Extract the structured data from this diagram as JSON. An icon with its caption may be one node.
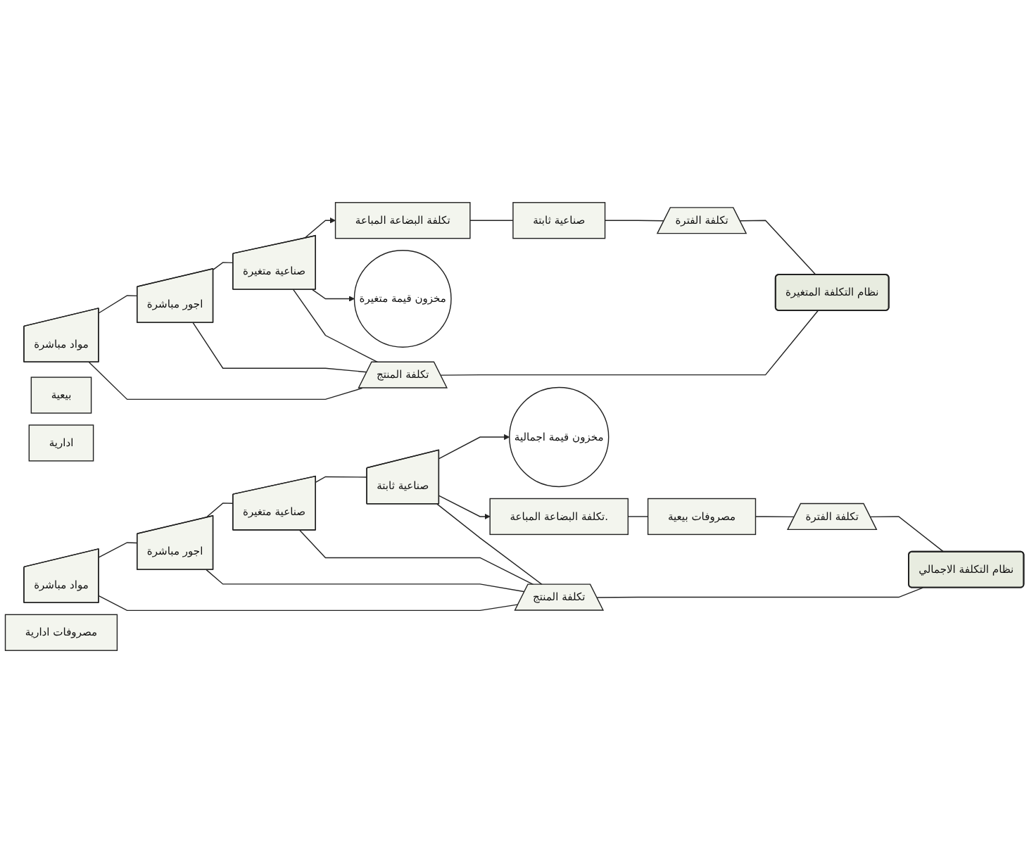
{
  "diagram": {
    "nodes": [
      {
        "text": [
          "مواد مباشرة"
        ]
      },
      {
        "text": [
          "اجور مباشرة"
        ]
      },
      {
        "text": [
          "صناعية متغيرة"
        ]
      },
      {
        "text": [
          "تكلفة المنتج"
        ]
      },
      {
        "text": [
          "مخزون قيمة متغيرة"
        ]
      },
      {
        "text": [
          "تكلفة البضاعة المباعة"
        ]
      },
      {
        "text": [
          "صناعية ثابتة"
        ]
      },
      {
        "text": [
          "بيعية"
        ]
      },
      {
        "text": [
          "ادارية"
        ]
      },
      {
        "text": [
          "تكلفة الفترة"
        ]
      },
      {
        "text": [
          "نظام التكلفة المتغيرة"
        ]
      },
      {
        "text": [
          "نظام التكلفة الاجمالي"
        ]
      },
      {
        "text": [
          "تكلفة المنتج"
        ]
      },
      {
        "text": [
          "مواد مباشرة"
        ]
      },
      {
        "text": [
          "اجور مباشرة"
        ]
      },
      {
        "text": [
          "صناعية متغيرة"
        ]
      },
      {
        "text": [
          "صناعية ثابتة"
        ]
      },
      {
        "text": [
          "مخزون قيمة اجمالية"
        ]
      },
      {
        "text": [
          "تكلفة البضاعة المباعة."
        ]
      },
      {
        "text": [
          "مصروفات بيعية"
        ]
      },
      {
        "text": [
          "مصروفات ادارية"
        ]
      },
      {
        "text": [
          "تكلفة الفترة"
        ]
      }
    ],
    "edges": [
      {
        "from": 0,
        "to": 1,
        "arrow": "none"
      },
      {
        "from": 1,
        "to": 2,
        "arrow": "none"
      },
      {
        "from": 0,
        "to": 3,
        "arrow": "none"
      },
      {
        "from": 1,
        "to": 3,
        "arrow": "none"
      },
      {
        "from": 2,
        "to": 3,
        "arrow": "none"
      },
      {
        "from": 2,
        "to": 4,
        "arrow": "to"
      },
      {
        "from": 2,
        "to": 5,
        "arrow": "to"
      },
      {
        "from": 5,
        "to": 6,
        "arrow": "none"
      },
      {
        "from": 6,
        "to": 9,
        "arrow": "none"
      },
      {
        "from": 3,
        "to": 10,
        "arrow": "none"
      },
      {
        "from": 9,
        "to": 10,
        "arrow": "none"
      },
      {
        "from": 12,
        "to": 11,
        "arrow": "none"
      },
      {
        "from": 21,
        "to": 11,
        "arrow": "none"
      },
      {
        "from": 13,
        "to": 14,
        "arrow": "none"
      },
      {
        "from": 14,
        "to": 15,
        "arrow": "none"
      },
      {
        "from": 15,
        "to": 16,
        "arrow": "none"
      },
      {
        "from": 13,
        "to": 12,
        "arrow": "none"
      },
      {
        "from": 14,
        "to": 12,
        "arrow": "none"
      },
      {
        "from": 15,
        "to": 12,
        "arrow": "none"
      },
      {
        "from": 16,
        "to": 12,
        "arrow": "none"
      },
      {
        "from": 16,
        "to": 17,
        "arrow": "to"
      },
      {
        "from": 16,
        "to": 18,
        "arrow": "to"
      },
      {
        "from": 18,
        "to": 19,
        "arrow": "none"
      },
      {
        "from": 19,
        "to": 21,
        "arrow": "none"
      }
    ]
  }
}
